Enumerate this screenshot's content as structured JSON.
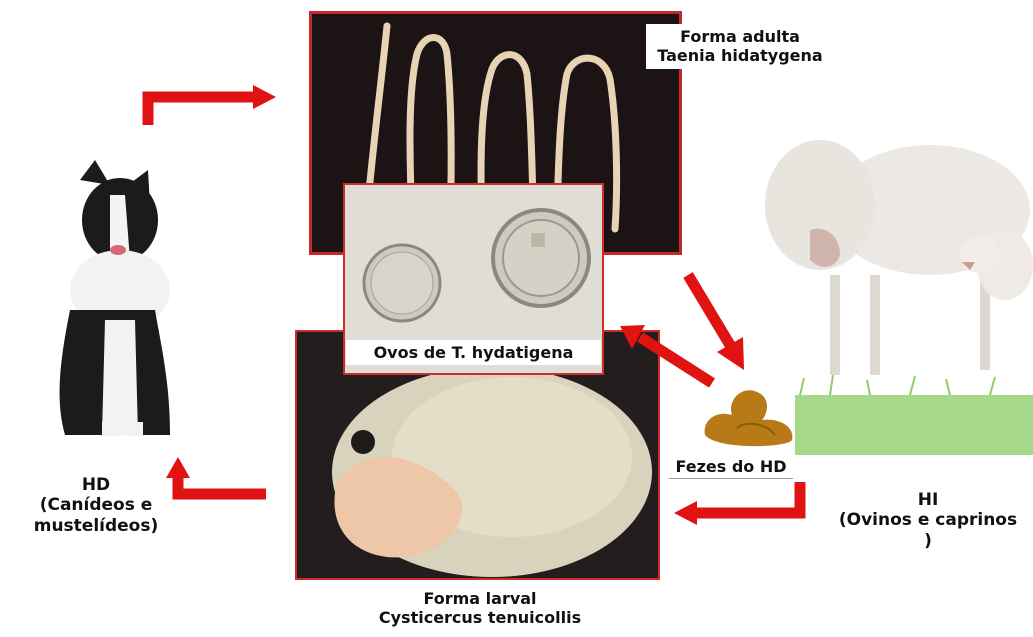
{
  "adult": {
    "line1": "Forma adulta",
    "line2": "Taenia hidatygena"
  },
  "eggs": {
    "caption": "Ovos de T. hydatigena"
  },
  "larval": {
    "line1": "Forma larval",
    "line2": "Cysticercus tenuicollis"
  },
  "definitive_host": {
    "line1": "HD",
    "line2": "(Canídeos e",
    "line3": "mustelídeos)"
  },
  "intermediate_host": {
    "line1": "HI",
    "line2": "(Ovinos e caprinos )"
  },
  "feces": {
    "label": "Fezes do HD"
  },
  "colors": {
    "arrow": "#e01212",
    "panel_border": "#c6282b"
  }
}
